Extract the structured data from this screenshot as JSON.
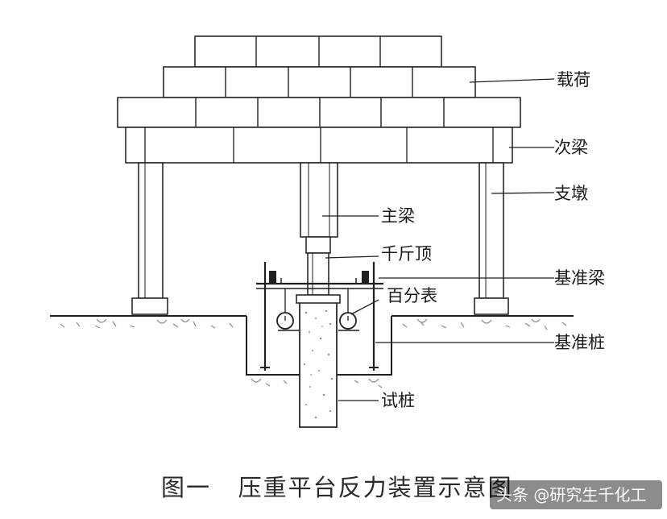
{
  "labels": {
    "load": "载荷",
    "secondary_beam": "次梁",
    "support": "支墩",
    "main_beam": "主梁",
    "jack": "千斤顶",
    "reference_beam": "基准梁",
    "dial_gauge": "百分表",
    "reference_pile": "基准桩",
    "test_pile": "试桩"
  },
  "caption": "图一   压重平台反力装置示意图",
  "watermark": "头条 @研究生千化工",
  "colors": {
    "line": "#1f1f1f",
    "fill": "#ffffff",
    "soil": "#9a9a9a"
  }
}
